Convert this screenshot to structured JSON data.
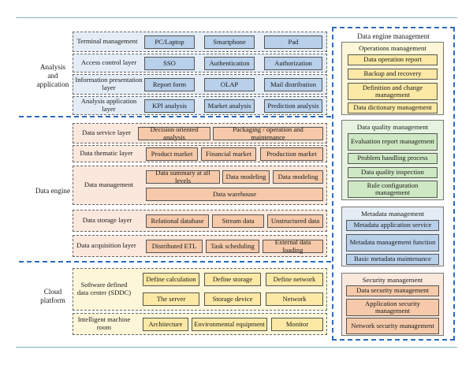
{
  "left_labels": {
    "analysis": "Analysis and application",
    "engine": "Data engine",
    "cloud": "Cloud platform"
  },
  "analysis_rows": [
    {
      "label": "Terminal management",
      "items": [
        "PC/Laptop",
        "Smartphone",
        "Pad"
      ]
    },
    {
      "label": "Access control layer",
      "items": [
        "SSO",
        "Authentication",
        "Authorization"
      ]
    },
    {
      "label": "Information presentation layer",
      "items": [
        "Report form",
        "OLAP",
        "Mail distribution"
      ]
    },
    {
      "label": "Analysis application layer",
      "items": [
        "KPI analysis",
        "Market analysis",
        "Prediction analysis"
      ]
    }
  ],
  "engine_rows": {
    "service": {
      "label": "Data service layer",
      "items": [
        "Decision oriented analysis",
        "Packaging / operation and maintenance"
      ]
    },
    "thematic": {
      "label": "Data thematic layer",
      "items": [
        "Product market",
        "Financial market",
        "Production market"
      ]
    },
    "management": {
      "label": "Data management",
      "items": [
        "Data summary at all levels",
        "Data modeling",
        "Data modeling"
      ],
      "warehouse": "Data warehouse"
    },
    "storage": {
      "label": "Data storage layer",
      "items": [
        "Relational database",
        "Stream data",
        "Unstructured data"
      ]
    },
    "acquisition": {
      "label": "Data acquisition layer",
      "items": [
        "Distributed ETL",
        "Task scheduling",
        "External data loading"
      ]
    }
  },
  "cloud_rows": {
    "sddc": {
      "label": "Software defined data center (SDDC)",
      "items": [
        "Define calculation",
        "Define storage",
        "Define network",
        "The server",
        "Storage device",
        "Network"
      ]
    },
    "machine_room": {
      "label": "Intelligent machine room",
      "items": [
        "Architecture",
        "Environmental equipment",
        "Monitor"
      ]
    }
  },
  "right": {
    "title": "Data engine management",
    "operations": {
      "title": "Operations management",
      "items": [
        "Data operation report",
        "Backup and recovery",
        "Definition and change management",
        "Data dictionary management"
      ]
    },
    "quality": {
      "title": "Data quality management",
      "items": [
        "Evaluation report management",
        "Problem handling process",
        "Data quality inspection",
        "Rule configuration management"
      ]
    },
    "metadata": {
      "title": "Metadata management",
      "items": [
        "Metadata application service",
        "Metadata management function",
        "Basic metadata maintenance"
      ]
    },
    "security": {
      "title": "Security management",
      "items": [
        "Data security management",
        "Application security management",
        "Network security management"
      ]
    }
  },
  "colors": {
    "accent_blue": "#2a6bbf",
    "teal_rule": "#5aa6b3",
    "blue_cell": "#b9d0ea",
    "orange_cell": "#f5c9a9",
    "yellow_cell": "#fce9a6",
    "green_cell": "#cfe8c4"
  }
}
